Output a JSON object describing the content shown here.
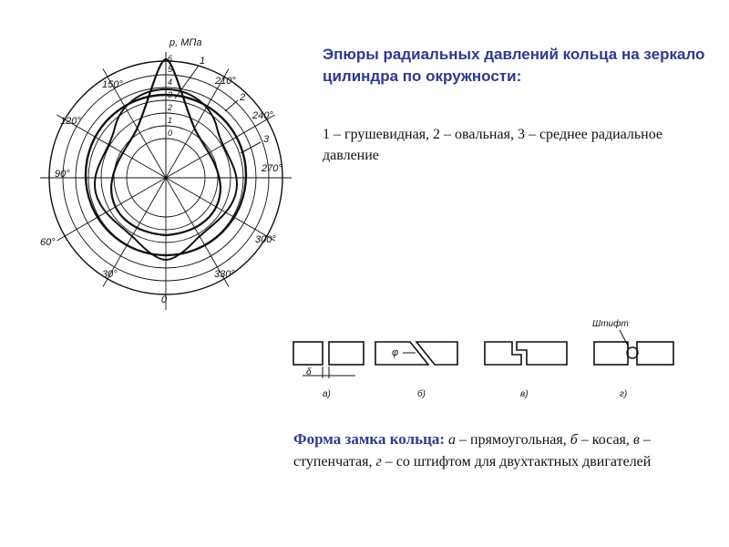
{
  "polar": {
    "axis_label": "p, МПа",
    "radial_ticks": [
      "0",
      "1",
      "2",
      "3",
      "4",
      "5",
      "6"
    ],
    "angle_labels": [
      "0",
      "30°",
      "60°",
      "90°",
      "120°",
      "150°",
      "210°",
      "240°",
      "270°",
      "300°",
      "330°"
    ],
    "curve_labels": [
      "1",
      "2",
      "3"
    ]
  },
  "heading": "Эпюры радиальных давлений кольца на зеркало цилиндра по окружности:",
  "legend": "1 – грушевидная, 2 – овальная, 3 – среднее радиальное давление",
  "locks": {
    "labels": [
      "а)",
      "б)",
      "в)",
      "г)"
    ],
    "gap_label": "δ",
    "angle_label": "φ",
    "pin_label": "Штифт"
  },
  "caption": {
    "title": "Форма замка кольца:",
    "a_letter": "а",
    "a_text": " – прямоугольная, ",
    "b_letter": "б",
    "b_text": " – косая, ",
    "v_letter": "в",
    "v_text": " – ступенчатая, ",
    "g_letter": "г",
    "g_text": " – со штифтом для двухтактных двигателей"
  }
}
